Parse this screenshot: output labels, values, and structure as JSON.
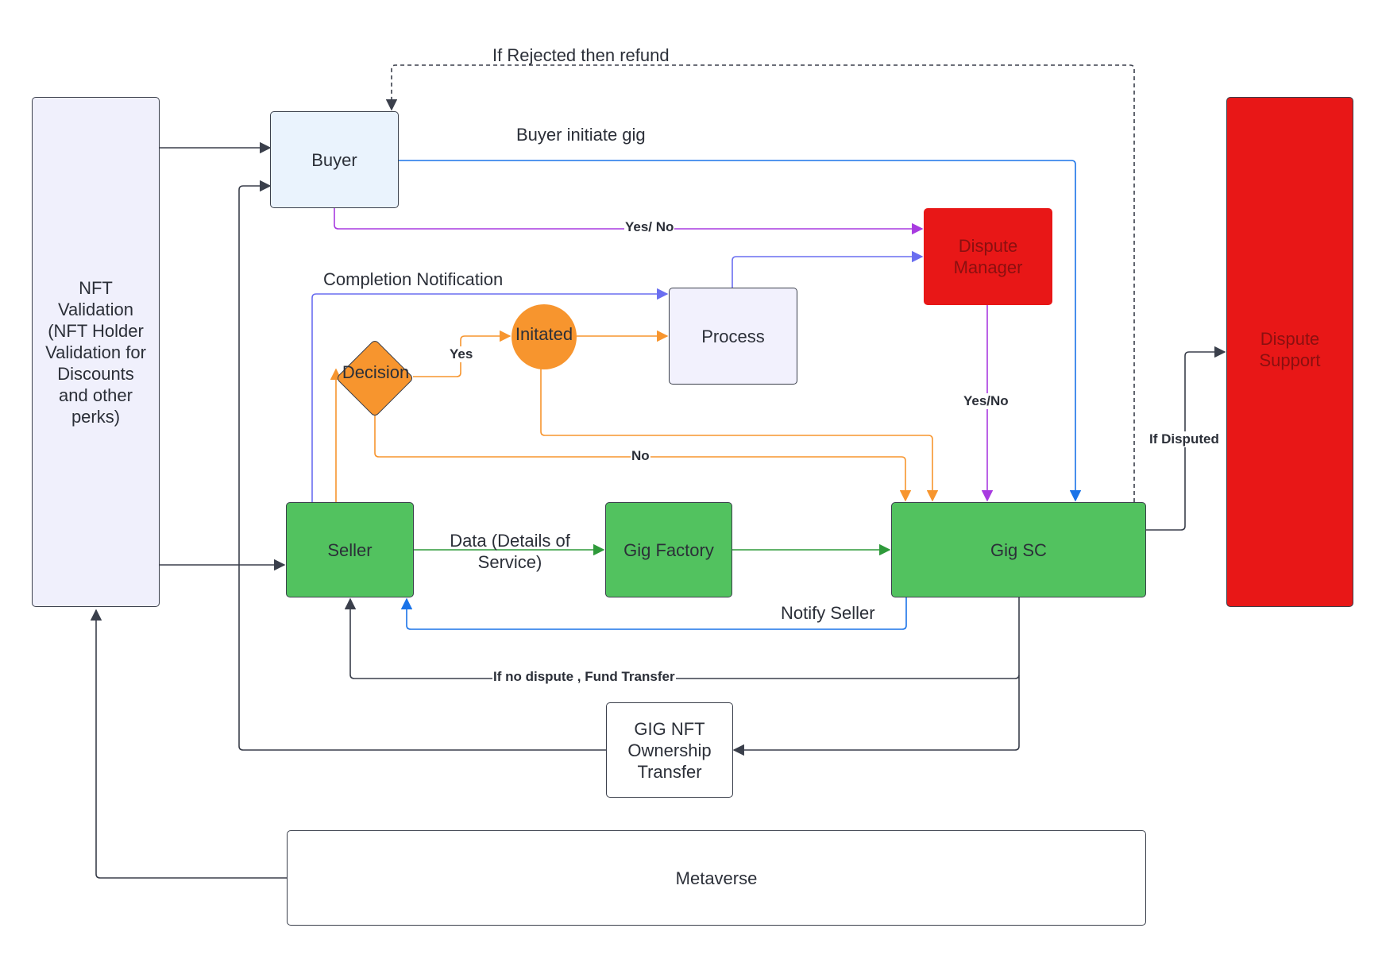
{
  "diagram": {
    "nodes": {
      "nft_validation": [
        "NFT",
        "Validation",
        "(NFT Holder",
        "Validation for",
        "Discounts",
        "and other",
        "perks)"
      ],
      "buyer": "Buyer",
      "dispute_manager": [
        "Dispute",
        "Manager"
      ],
      "process": "Process",
      "decision": "Decision",
      "initiated": "Initated",
      "seller": "Seller",
      "gig_factory": "Gig Factory",
      "gig_sc": "Gig SC",
      "dispute_support": [
        "Dispute",
        "Support"
      ],
      "gig_nft_transfer": [
        "GIG NFT",
        "Ownership",
        "Transfer"
      ],
      "metaverse": "Metaverse"
    },
    "edge_labels": {
      "rejected_refund": "If Rejected then refund",
      "buyer_initiate": "Buyer initiate gig",
      "buyer_yes_no": "Yes/ No",
      "completion_notification": "Completion Notification",
      "decision_yes": "Yes",
      "decision_no": "No",
      "manager_yes_no": "Yes/No",
      "if_disputed": "If Disputed",
      "data_details": [
        "Data (Details of",
        "Service)"
      ],
      "notify_seller": "Notify Seller",
      "fund_transfer": "If no dispute , Fund Transfer"
    },
    "colors": {
      "dark": "#3a3f4b",
      "blue": "#1a73e8",
      "purple": "#a83be0",
      "indigo": "#6a6ef0",
      "orange": "#f7952e",
      "green": "#2e9a3a",
      "node_green": "#52c25f",
      "node_red": "#e81717"
    }
  }
}
